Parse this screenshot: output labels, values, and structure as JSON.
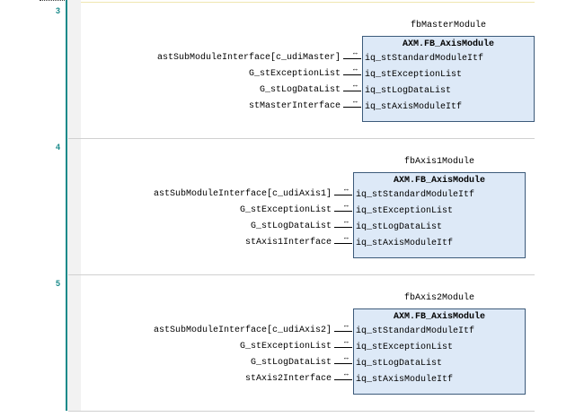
{
  "networks": [
    {
      "number": "3",
      "instance": "fbMasterModule",
      "type": "AXM.FB_AxisModule",
      "pins": [
        "iq_stStandardModuleItf",
        "iq_stExceptionList",
        "iq_stLogDataList",
        "iq_stAxisModuleItf"
      ],
      "inputs": [
        "astSubModuleInterface[c_udiMaster]",
        "G_stExceptionList",
        "G_stLogDataList",
        "stMasterInterface"
      ]
    },
    {
      "number": "4",
      "instance": "fbAxis1Module",
      "type": "AXM.FB_AxisModule",
      "pins": [
        "iq_stStandardModuleItf",
        "iq_stExceptionList",
        "iq_stLogDataList",
        "iq_stAxisModuleItf"
      ],
      "inputs": [
        "astSubModuleInterface[c_udiAxis1]",
        "G_stExceptionList",
        "G_stLogDataList",
        "stAxis1Interface"
      ]
    },
    {
      "number": "5",
      "instance": "fbAxis2Module",
      "type": "AXM.FB_AxisModule",
      "pins": [
        "iq_stStandardModuleItf",
        "iq_stExceptionList",
        "iq_stLogDataList",
        "iq_stAxisModuleItf"
      ],
      "inputs": [
        "astSubModuleInterface[c_udiAxis2]",
        "G_stExceptionList",
        "G_stLogDataList",
        "stAxis2Interface"
      ]
    }
  ],
  "colors": {
    "gutter": "#1a8a8a",
    "box_fill": "#dde9f7",
    "box_border": "#3c5a7a"
  }
}
